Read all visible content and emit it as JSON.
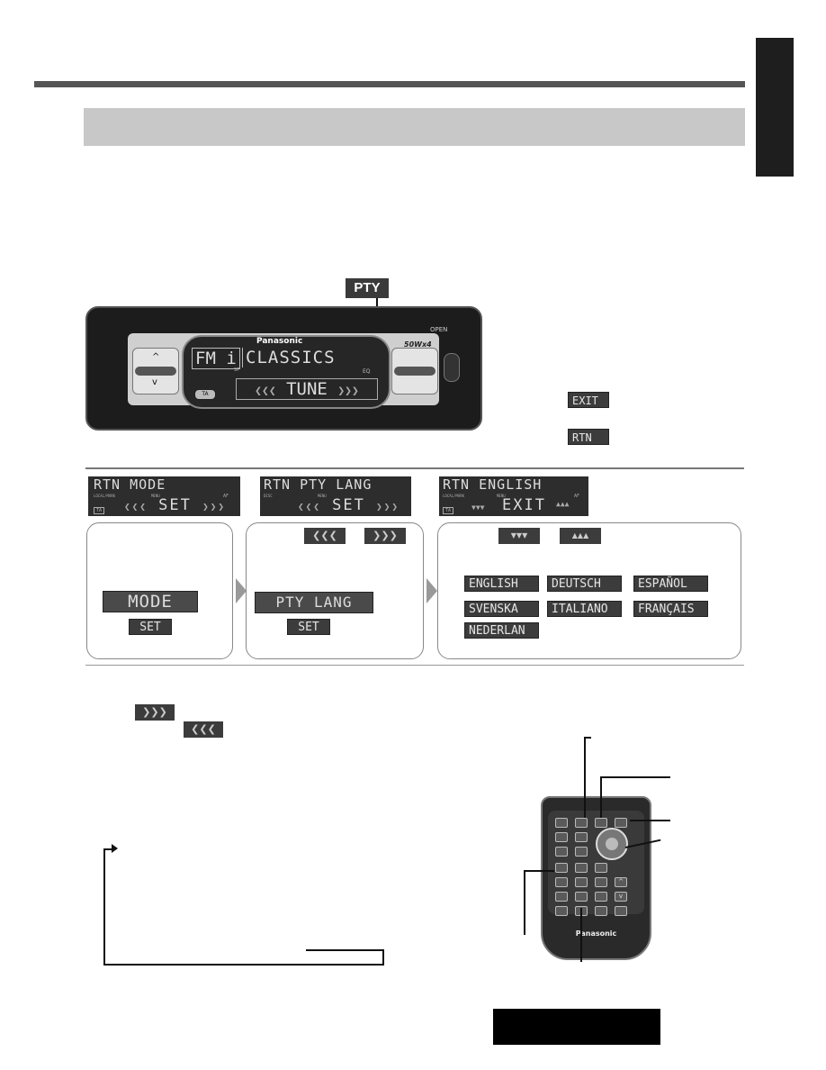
{
  "page": {
    "pty_label": "PTY",
    "chevrons_right": "❯❯❯",
    "chevrons_left": "❮❮❮"
  },
  "head_unit": {
    "brand": "Panasonic",
    "power": "50Wx4",
    "open": "OPEN",
    "band": "FM i",
    "station": "CLASSICS",
    "tune": "TUNE",
    "ta": "TA",
    "st": "ST",
    "eq": "EQ"
  },
  "legend": {
    "exit": "EXIT",
    "rtn": "RTN"
  },
  "steps": {
    "lcd1": {
      "top": "RTN  MODE",
      "bottom": "SET",
      "small_left": "LOCAL/MARK",
      "ta": "TA",
      "af": "AF",
      "menu": "MENU"
    },
    "lcd2": {
      "top": "RTN PTY LANG",
      "bottom": "SET",
      "small_left": "DISC",
      "menu": "MENU"
    },
    "lcd3": {
      "top": "RTN ENGLISH",
      "bottom": "EXIT",
      "small_left": "LOCAL/MARK",
      "ta": "TA",
      "af": "AF",
      "menu": "MENU"
    },
    "step1": {
      "mode": "MODE",
      "set": "SET"
    },
    "step2": {
      "pty_lang": "PTY LANG",
      "set": "SET"
    },
    "step3": {
      "languages": [
        "ENGLISH",
        "DEUTSCH",
        "ESPAÑOL",
        "SVENSKA",
        "ITALIANO",
        "FRANÇAIS",
        "NEDERLAN"
      ]
    }
  },
  "remote": {
    "brand": "Panasonic"
  },
  "colors": {
    "rule": "#555555",
    "header_band": "#c8c8c8",
    "chip_bg": "#3c3c3c",
    "side_tab": "#1e1e1e"
  }
}
